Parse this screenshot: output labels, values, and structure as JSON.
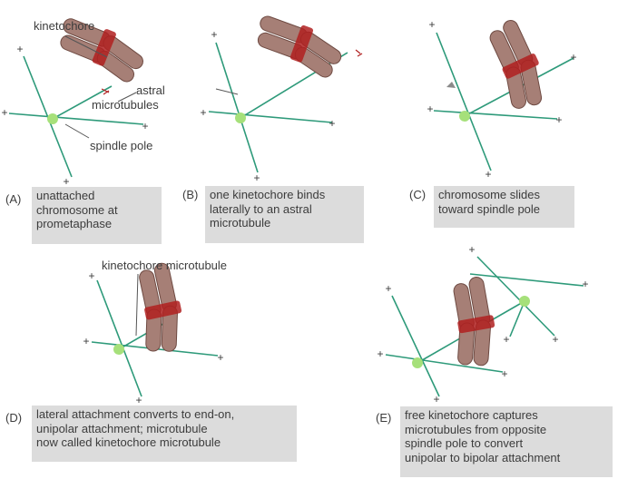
{
  "labels": {
    "kinetochore": "kinetochore",
    "astral": "astral",
    "microtubules": "microtubules",
    "spindle_pole": "spindle pole",
    "kinetochore_microtubule": "kinetochore microtubule"
  },
  "panels": [
    {
      "letter": "(A)",
      "caption": "unattached\nchromosome at\nprometaphase"
    },
    {
      "letter": "(B)",
      "caption": "one kinetochore binds\nlaterally to an astral\nmicrotubule"
    },
    {
      "letter": "(C)",
      "caption": "chromosome slides\ntoward spindle pole"
    },
    {
      "letter": "(D)",
      "caption": "lateral attachment converts to end-on,\nunipolar attachment; microtubule\nnow called kinetochore microtubule"
    },
    {
      "letter": "(E)",
      "caption": "free kinetochore captures\nmicrotubules from opposite\nspindle pole to convert\nunipolar to bipolar attachment"
    }
  ],
  "plus_sign": "+",
  "colors": {
    "microtubule": "#2e9a7a",
    "spindle_pole": "#a6e07a",
    "chromosome": "#a67f76",
    "chromosome_outline": "#6e4a42",
    "kinetochore": "#b02020",
    "caption_box": "#dcdcdc",
    "arrow": "#8a8a8a"
  }
}
